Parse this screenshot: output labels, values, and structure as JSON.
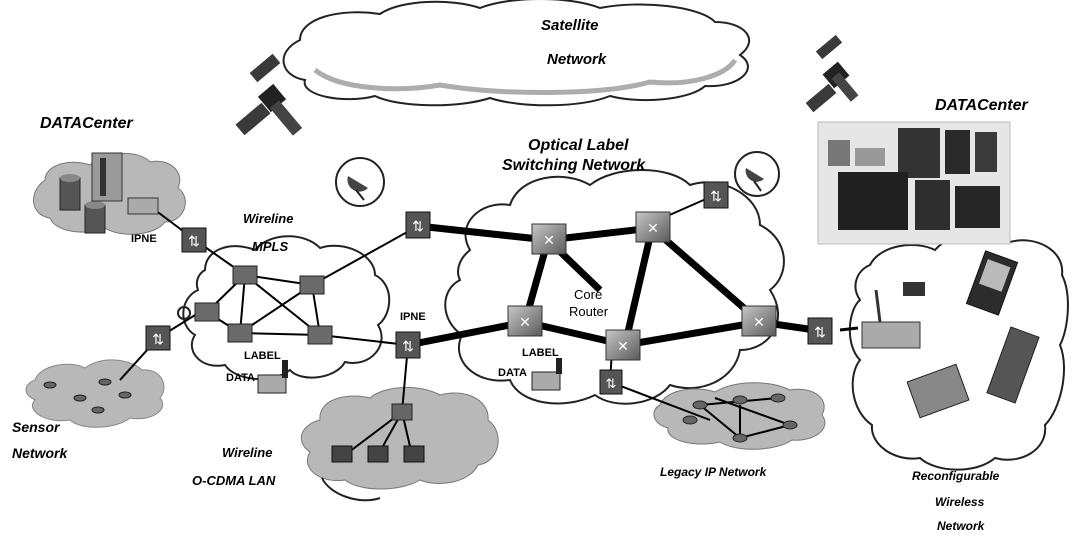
{
  "labels": {
    "satellite": "Satellite",
    "satellite_network": "Network",
    "datacenter_left": "DATACenter",
    "datacenter_right": "DATACenter",
    "optical_1": "Optical Label",
    "optical_2": "Switching Network",
    "wireline_mpls_1": "Wireline",
    "wireline_mpls_2": "MPLS",
    "ipne_left": "IPNE",
    "ipne_center": "IPNE",
    "core_router_1": "Core",
    "core_router_2": "Router",
    "label_left": "LABEL",
    "data_left": "DATA",
    "label_right": "LABEL",
    "data_right": "DATA",
    "sensor_1": "Sensor",
    "sensor_2": "Network",
    "wireline_ocdma_1": "Wireline",
    "wireline_ocdma_2": "O-CDMA LAN",
    "legacy_ip": "Legacy IP Network",
    "reconfigurable_1": "Reconfigurable",
    "reconfigurable_2": "Wireless",
    "reconfigurable_3": "Network"
  },
  "colors": {
    "cloud_fill": "#ffffff",
    "cloud_stroke": "#222222",
    "cloud_shaded": "#b8b8b8",
    "node_fill": "#808080",
    "link": "#000000"
  }
}
